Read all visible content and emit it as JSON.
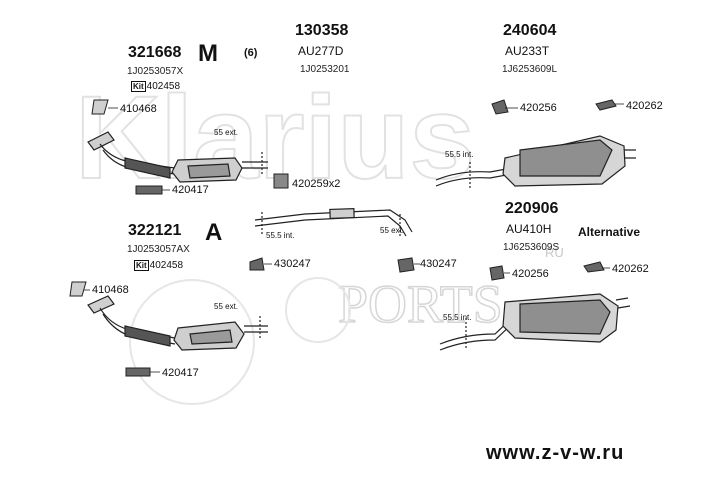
{
  "watermark": {
    "brand": "Klarius",
    "mark": "PORTS",
    "suffix": "RU"
  },
  "groups": [
    {
      "part_number": "321668",
      "oe_number": "1J0253057X",
      "kit_prefix": "Kit",
      "kit_number": "402458",
      "symbol": "M",
      "symbol_note": "(6)"
    },
    {
      "part_number": "130358",
      "ref_code": "AU277D",
      "oe_number": "1J0253201"
    },
    {
      "part_number": "240604",
      "ref_code": "AU233T",
      "oe_number": "1J6253609L"
    },
    {
      "part_number": "322121",
      "oe_number": "1J0253057AX",
      "kit_prefix": "Kit",
      "kit_number": "402458",
      "symbol": "A"
    },
    {
      "part_number": "220906",
      "ref_code": "AU410H",
      "oe_number": "1J6253609S",
      "note": "Alternative"
    }
  ],
  "callouts": [
    "410468",
    "420417",
    "420259x2",
    "420256",
    "420262",
    "430247",
    "430247",
    "410468",
    "420417",
    "420256",
    "420262"
  ],
  "dimensions": [
    "55 ext.",
    "55.5 int.",
    "55.5 int.",
    "55 ext.",
    "55 ext.",
    "55.5 int."
  ],
  "footer": {
    "website": "www.z-v-w.ru"
  }
}
